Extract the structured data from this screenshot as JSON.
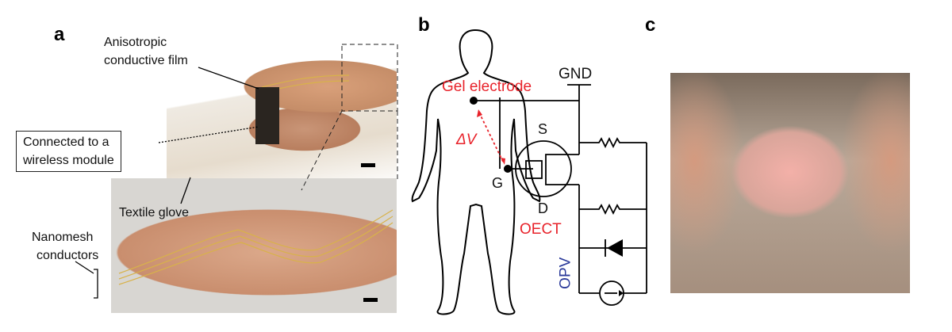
{
  "panels": {
    "a": "a",
    "b": "b",
    "c": "c"
  },
  "panel_a": {
    "film_label_1": "Anisotropic",
    "film_label_2": "conductive film",
    "wireless_1": "Connected to a",
    "wireless_2": "wireless module",
    "glove": "Textile glove",
    "nanomesh_1": "Nanomesh",
    "nanomesh_2": "conductors"
  },
  "panel_b": {
    "gnd": "GND",
    "gel": "Gel electrode",
    "delta_v": "ΔV",
    "g": "G",
    "s": "S",
    "d": "D",
    "oect": "OECT",
    "opv": "OPV"
  },
  "colors": {
    "red": "#e8222a",
    "blue": "#2b3a9a"
  }
}
